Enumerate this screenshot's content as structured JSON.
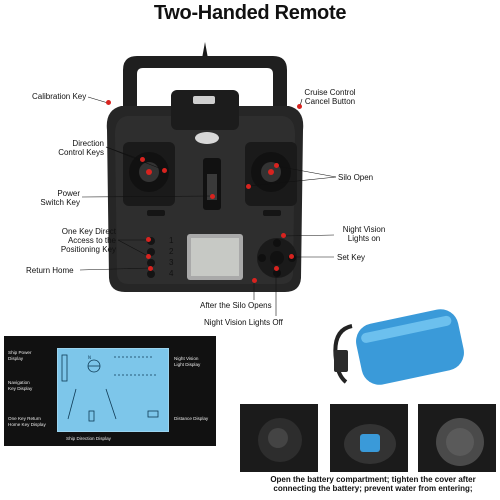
{
  "title": "Two-Handed Remote",
  "callouts": {
    "calibration_key": "Calibration Key",
    "cruise_control": [
      "Cruise Control",
      "Cancel Button"
    ],
    "direction_keys": [
      "Direction",
      "Control Keys"
    ],
    "power_switch": [
      "Power",
      "Switch Key"
    ],
    "silo_open": "Silo Open",
    "one_key": [
      "One Key Direct",
      "Access to the",
      "Positioning Key"
    ],
    "night_vision_on": [
      "Night Vision",
      "Lights on"
    ],
    "set_key": "Set Key",
    "return_home": "Return Home",
    "after_silo": "After the Silo Opens",
    "night_vision_off": "Night Vision Lights Off"
  },
  "position_numbers": [
    "1",
    "2",
    "3",
    "4"
  ],
  "screen_panel": {
    "ship_power": [
      "Ship Power",
      "Display"
    ],
    "navigation_key": [
      "Navigation",
      "Key Display"
    ],
    "one_key_return": [
      "One Key Return",
      "Home Key Display"
    ],
    "ship_direction": "Ship Direction Display",
    "night_vision": [
      "Night Vision",
      "Light Display"
    ],
    "distance": "Distance Display"
  },
  "caption": [
    "Open the battery compartment; tighten the cover after",
    "connecting the battery; prevent water from entering;"
  ],
  "colors": {
    "callout": "#d8231f",
    "lcd": "#7dc6ea",
    "battery": "#3a9ad9"
  }
}
